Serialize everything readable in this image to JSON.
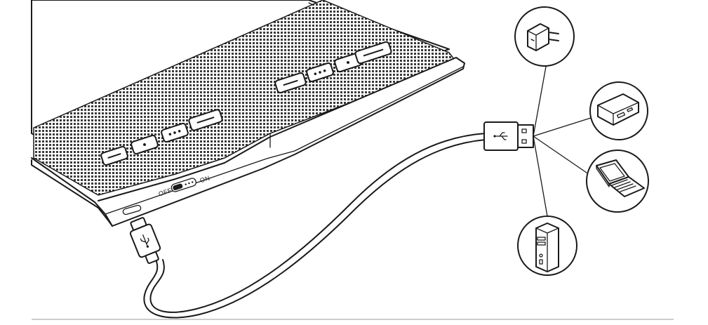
{
  "tablet": {
    "switch_off_label": "OFF",
    "switch_on_label": "ON"
  },
  "devices": [
    {
      "id": "wall-adapter",
      "icon": "power-adapter-icon"
    },
    {
      "id": "power-bank",
      "icon": "power-bank-icon"
    },
    {
      "id": "laptop",
      "icon": "laptop-icon"
    },
    {
      "id": "desktop-tower",
      "icon": "desktop-tower-icon"
    }
  ],
  "cable": {
    "usb_a_symbol": "usb-icon",
    "usb_c_symbol": "usb-icon"
  },
  "colors": {
    "line": "#1a1a1a",
    "background": "#ffffff"
  }
}
